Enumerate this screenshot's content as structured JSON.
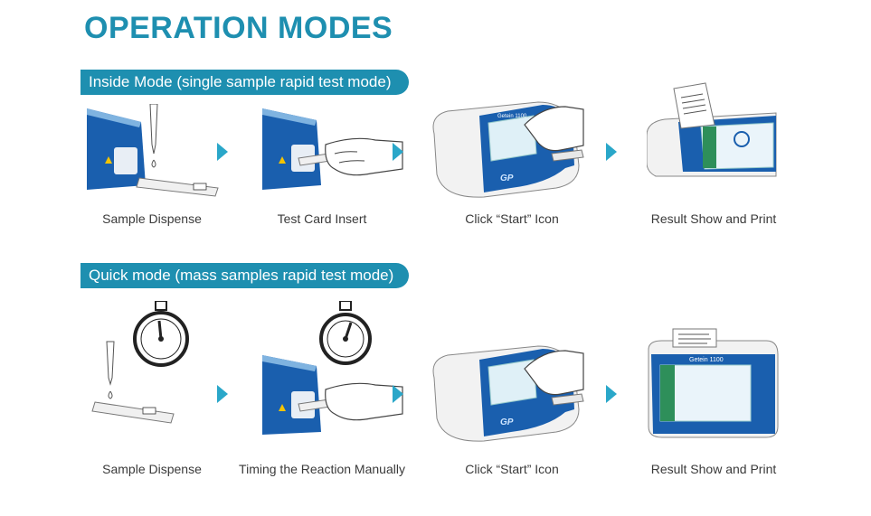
{
  "title": "OPERATION MODES",
  "colors": {
    "accent": "#1e8fb0",
    "arrow": "#2aa7c9",
    "device_blue": "#1a5fae"
  },
  "modes": [
    {
      "label": "Inside Mode (single sample rapid test mode)",
      "steps": [
        {
          "caption": "Sample Dispense",
          "icon": "pipette-test-card-icon"
        },
        {
          "caption": "Test Card Insert",
          "icon": "hand-insert-card-icon"
        },
        {
          "caption": "Click “Start” Icon",
          "icon": "hand-touchscreen-icon"
        },
        {
          "caption": "Result Show and Print",
          "icon": "printer-result-icon"
        }
      ]
    },
    {
      "label": "Quick mode (mass samples rapid test mode)",
      "steps": [
        {
          "caption": "Sample Dispense",
          "icon": "stopwatch-pipette-icon"
        },
        {
          "caption": "Timing the Reaction Manually",
          "icon": "stopwatch-insert-card-icon"
        },
        {
          "caption": "Click “Start” Icon",
          "icon": "hand-touchscreen-icon"
        },
        {
          "caption": "Result Show and Print",
          "icon": "analyzer-device-icon"
        }
      ]
    }
  ],
  "device_screen_text": "Getein 1100",
  "device_brand_text": "GP"
}
